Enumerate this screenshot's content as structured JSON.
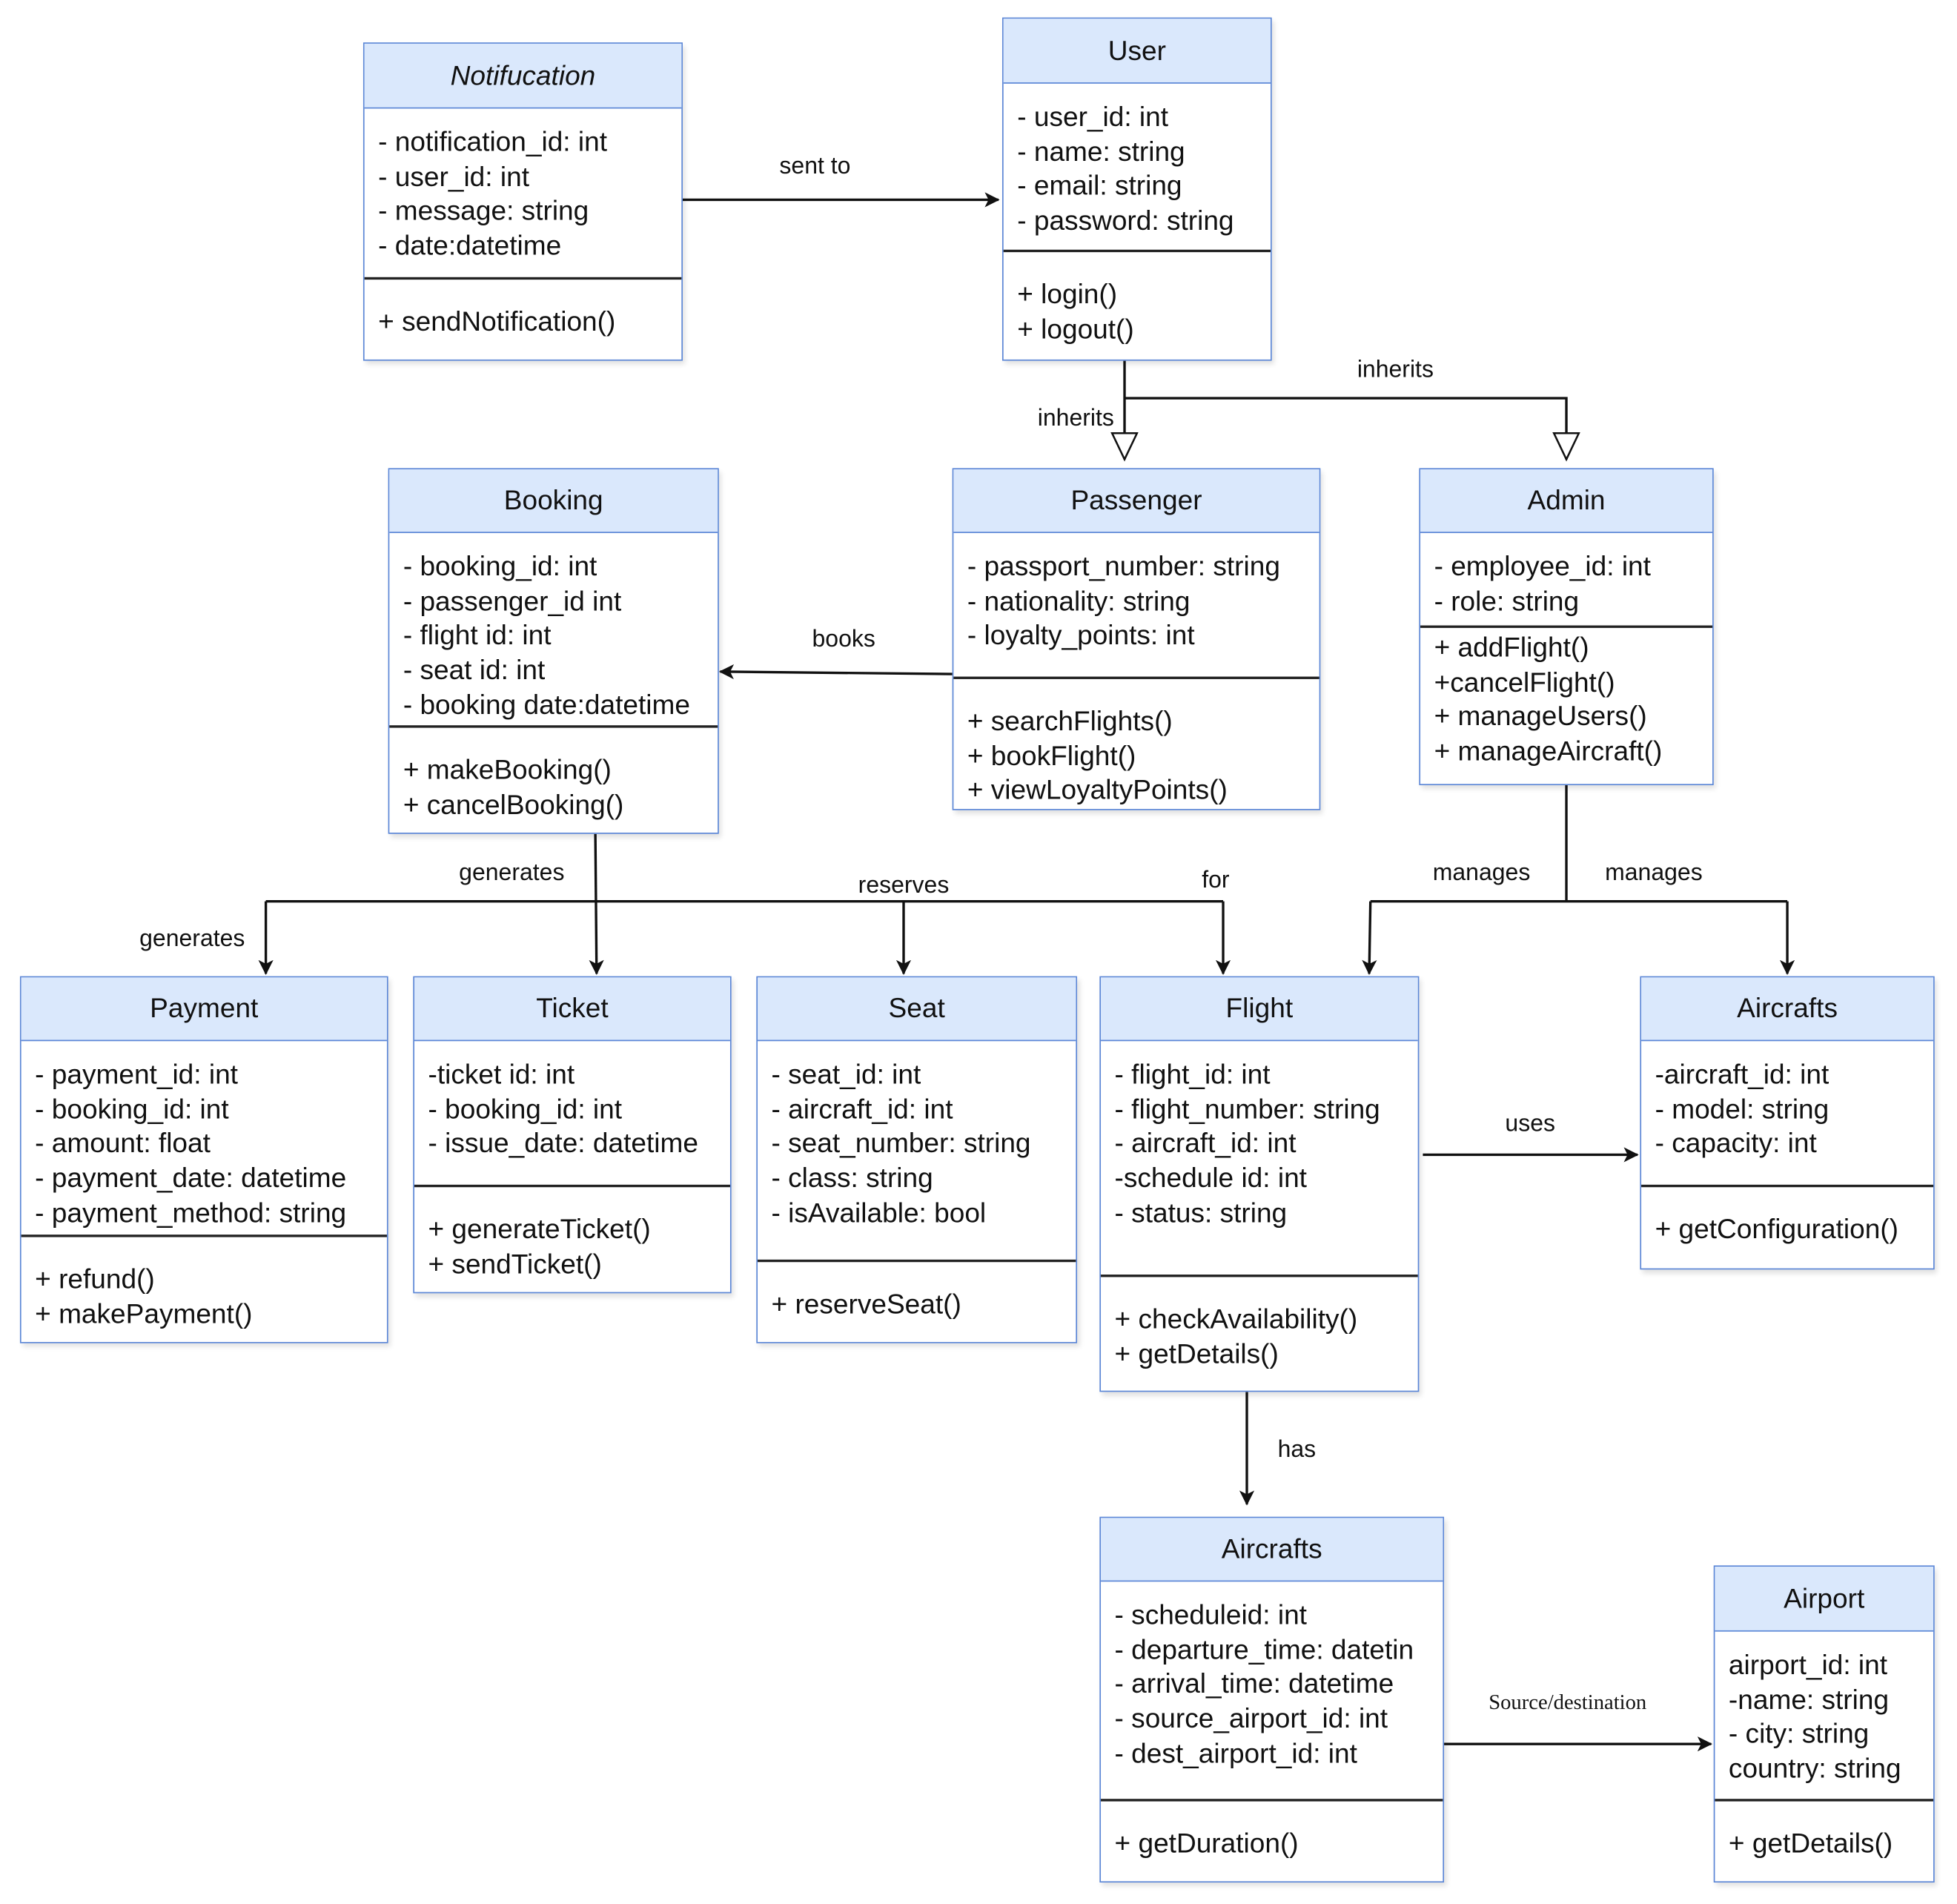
{
  "classes": {
    "notification": {
      "title": "Notifucation",
      "attributes": [
        "- notification_id: int",
        "- user_id: int",
        "- message: string",
        "- date:datetime"
      ],
      "methods": [
        "+ sendNotification()"
      ]
    },
    "user": {
      "title": "User",
      "attributes": [
        "- user_id: int",
        "- name: string",
        "- email: string",
        "- password: string"
      ],
      "methods": [
        "+ login()",
        "+ logout()"
      ]
    },
    "booking": {
      "title": "Booking",
      "attributes": [
        "- booking_id: int",
        "- passenger_id int",
        "- flight id: int",
        "- seat id: int",
        "- booking date:datetime"
      ],
      "methods": [
        "+ makeBooking()",
        "+ cancelBooking()"
      ]
    },
    "passenger": {
      "title": "Passenger",
      "attributes": [
        "- passport_number: string",
        "- nationality: string",
        "- loyalty_points: int"
      ],
      "methods": [
        "+ searchFlights()",
        "+ bookFlight()",
        "+ viewLoyaltyPoints()"
      ]
    },
    "admin": {
      "title": "Admin",
      "attributes": [
        "- employee_id: int",
        "- role: string"
      ],
      "methods": [
        "+ addFlight()",
        "+cancelFlight()",
        "+ manageUsers()",
        "+ manageAircraft()"
      ]
    },
    "payment": {
      "title": "Payment",
      "attributes": [
        "- payment_id: int",
        "- booking_id: int",
        "- amount: float",
        "- payment_date: datetime",
        "- payment_method: string"
      ],
      "methods": [
        "+ refund()",
        "+ makePayment()"
      ]
    },
    "ticket": {
      "title": "Ticket",
      "attributes": [
        "-ticket id: int",
        "- booking_id: int",
        "- issue_date: datetime"
      ],
      "methods": [
        "+ generateTicket()",
        "+ sendTicket()"
      ]
    },
    "seat": {
      "title": "Seat",
      "attributes": [
        "- seat_id: int",
        "- aircraft_id: int",
        "- seat_number: string",
        "- class: string",
        "- isAvailable: bool"
      ],
      "methods": [
        "+ reserveSeat()"
      ]
    },
    "flight": {
      "title": "Flight",
      "attributes": [
        "- flight_id: int",
        "- flight_number: string",
        "- aircraft_id: int",
        "-schedule id: int",
        "- status: string"
      ],
      "methods": [
        "+ checkAvailability()",
        "+ getDetails()"
      ]
    },
    "aircrafts": {
      "title": "Aircrafts",
      "attributes": [
        "-aircraft_id: int",
        "- model: string",
        "- capacity: int"
      ],
      "methods": [
        "+ getConfiguration()"
      ]
    },
    "schedule": {
      "title": "Aircrafts",
      "attributes": [
        "- scheduleid: int",
        "- departure_time: datetin",
        "- arrival_time: datetime",
        "- source_airport_id: int",
        "- dest_airport_id: int"
      ],
      "methods": [
        "+ getDuration()"
      ]
    },
    "airport": {
      "title": "Airport",
      "attributes": [
        "airport_id: int",
        "-name: string",
        "- city: string",
        "country: string"
      ],
      "methods": [
        "+ getDetails()"
      ]
    }
  },
  "relations": {
    "sent_to": "sent to",
    "inherits_passenger": "inherits",
    "inherits_admin": "inherits",
    "books": "books",
    "generates_ticket": "generates",
    "generates_payment": "generates",
    "reserves": "reserves",
    "for": "for",
    "manages_flight": "manages",
    "manages_aircrafts": "manages",
    "uses": "uses",
    "has": "has",
    "source_destination": "Source/destination"
  },
  "colors": {
    "header_fill": "#dae8fc",
    "border": "#5b86d6",
    "line": "#111111"
  }
}
